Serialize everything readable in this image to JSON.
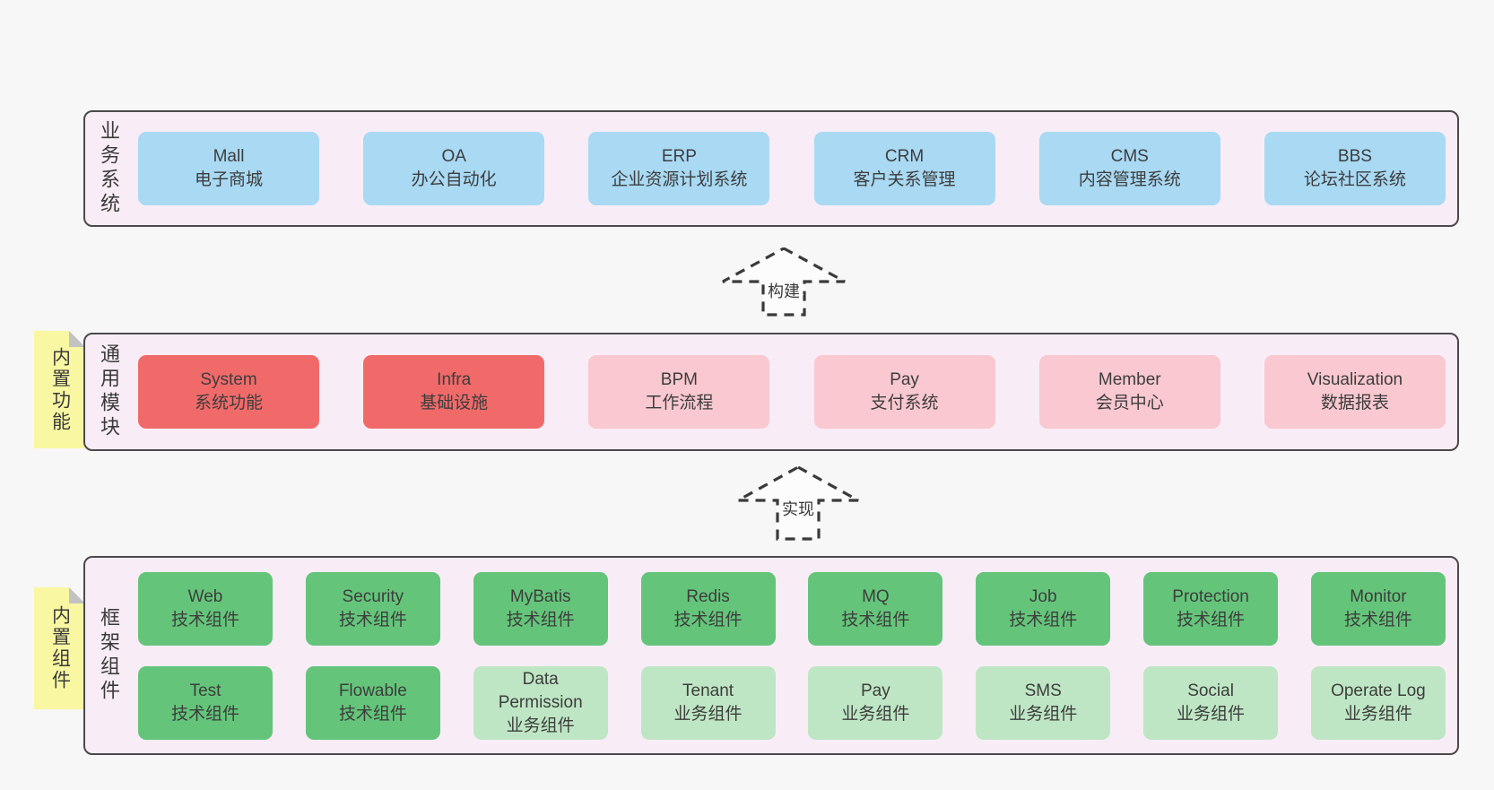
{
  "diagram": {
    "bands": [
      {
        "label": "业务系统",
        "rows": [
          {
            "items": [
              {
                "title": "Mall",
                "subtitle": "电子商城"
              },
              {
                "title": "OA",
                "subtitle": "办公自动化"
              },
              {
                "title": "ERP",
                "subtitle": "企业资源计划系统"
              },
              {
                "title": "CRM",
                "subtitle": "客户关系管理"
              },
              {
                "title": "CMS",
                "subtitle": "内容管理系统"
              },
              {
                "title": "BBS",
                "subtitle": "论坛社区系统"
              }
            ]
          }
        ]
      },
      {
        "label": "通用模块",
        "sticky": "内置功能",
        "rows": [
          {
            "items": [
              {
                "title": "System",
                "subtitle": "系统功能"
              },
              {
                "title": "Infra",
                "subtitle": "基础设施"
              },
              {
                "title": "BPM",
                "subtitle": "工作流程"
              },
              {
                "title": "Pay",
                "subtitle": "支付系统"
              },
              {
                "title": "Member",
                "subtitle": "会员中心"
              },
              {
                "title": "Visualization",
                "subtitle": "数据报表"
              }
            ]
          }
        ]
      },
      {
        "label": "框架组件",
        "sticky": "内置组件",
        "rows": [
          {
            "items": [
              {
                "title": "Web",
                "subtitle": "技术组件"
              },
              {
                "title": "Security",
                "subtitle": "技术组件"
              },
              {
                "title": "MyBatis",
                "subtitle": "技术组件"
              },
              {
                "title": "Redis",
                "subtitle": "技术组件"
              },
              {
                "title": "MQ",
                "subtitle": "技术组件"
              },
              {
                "title": "Job",
                "subtitle": "技术组件"
              },
              {
                "title": "Protection",
                "subtitle": "技术组件"
              },
              {
                "title": "Monitor",
                "subtitle": "技术组件"
              }
            ]
          },
          {
            "items": [
              {
                "title": "Test",
                "subtitle": "技术组件"
              },
              {
                "title": "Flowable",
                "subtitle": "技术组件"
              },
              {
                "title": "Data Permission",
                "subtitle": "业务组件"
              },
              {
                "title": "Tenant",
                "subtitle": "业务组件"
              },
              {
                "title": "Pay",
                "subtitle": "业务组件"
              },
              {
                "title": "SMS",
                "subtitle": "业务组件"
              },
              {
                "title": "Social",
                "subtitle": "业务组件"
              },
              {
                "title": "Operate Log",
                "subtitle": "业务组件"
              }
            ]
          }
        ]
      }
    ],
    "arrows": [
      {
        "label": "构建"
      },
      {
        "label": "实现"
      }
    ],
    "colors": {
      "page_background": "#f7f7f7",
      "band_background": "#f8edf6",
      "band_border": "#4a4a4a",
      "box_blue": "#a9d9f3",
      "box_red": "#f16a6a",
      "box_pink": "#f9c8d0",
      "box_green": "#64c57a",
      "box_green_light": "#bee6c4",
      "sticky_yellow": "#f9f7a2",
      "fold_gray": "#c2c2c2",
      "text": "#3d3d3d"
    }
  }
}
